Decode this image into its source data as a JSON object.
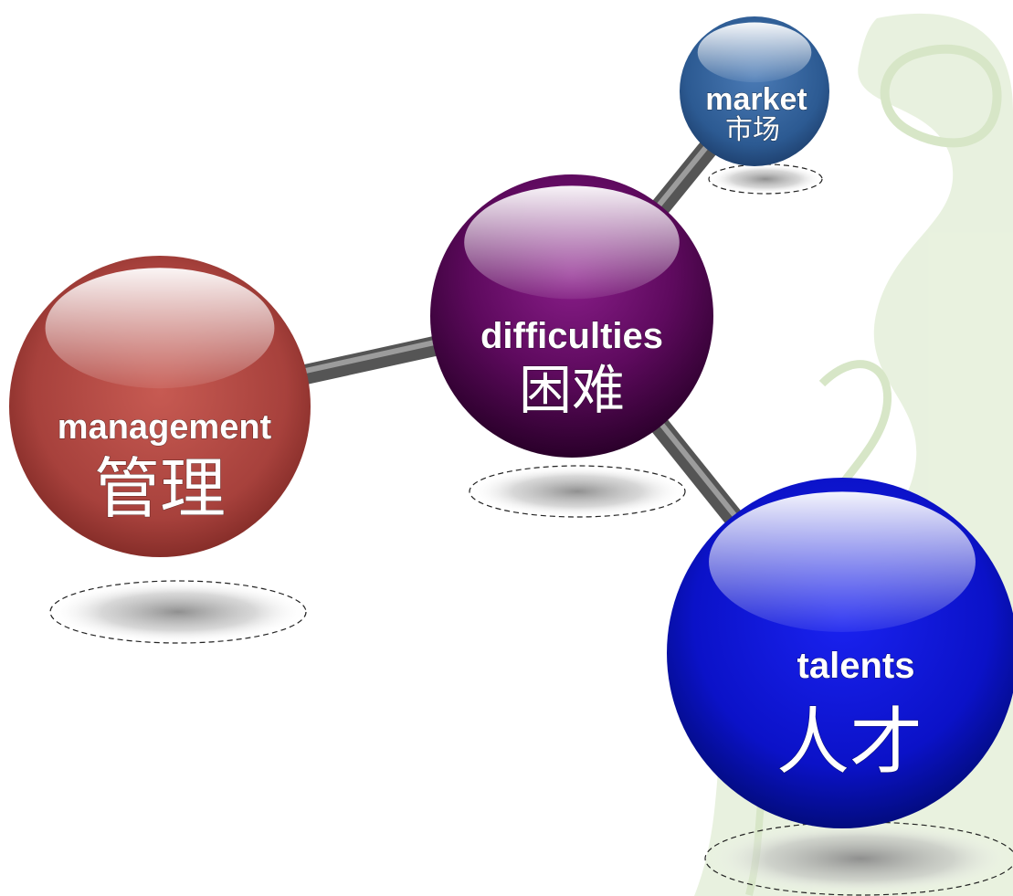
{
  "nodes": {
    "management": {
      "en": "management",
      "zh": "管理",
      "color": "#b84a44"
    },
    "difficulties": {
      "en": "difficulties",
      "zh": "困难",
      "color": "#6e0f6e"
    },
    "market": {
      "en": "market",
      "zh": "市场",
      "color": "#2f5f9a"
    },
    "talents": {
      "en": "talents",
      "zh": "人才",
      "color": "#0a10d0"
    }
  },
  "connections": [
    [
      "difficulties",
      "management"
    ],
    [
      "difficulties",
      "market"
    ],
    [
      "difficulties",
      "talents"
    ]
  ],
  "background_color": "#c9dcb3"
}
